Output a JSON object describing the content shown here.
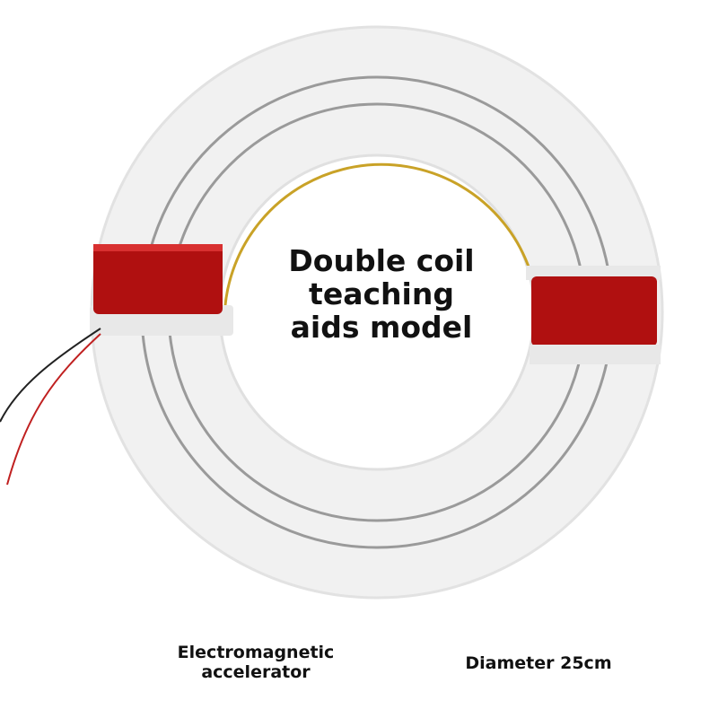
{
  "title": "Double coil teaching aids model",
  "captions": {
    "left": "Electromagnetic accelerator",
    "right": "Diameter 25cm"
  },
  "colors": {
    "coil": "#b01010",
    "ring": "#eeeeee",
    "rail": "#9a9a9a",
    "wire": "#c9a227"
  }
}
